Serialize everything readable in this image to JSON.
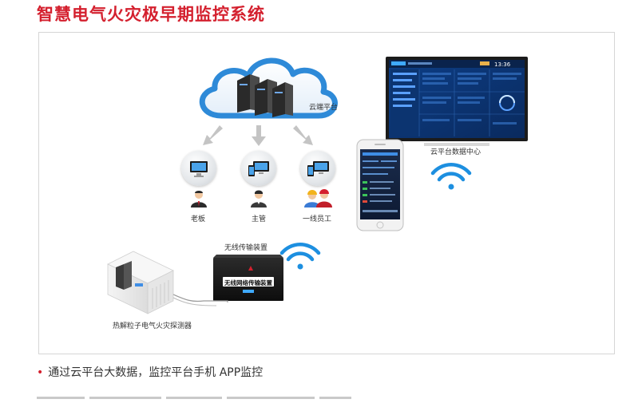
{
  "title": "智慧电气火灾极早期监控系统",
  "diagram": {
    "cloud_label": "云端平台",
    "roles": [
      {
        "label": "老板"
      },
      {
        "label": "主管"
      },
      {
        "label": "一线员工"
      }
    ],
    "data_center_label": "云平台数据中心",
    "screen_time": "13:36",
    "transmitter_label": "无线传输装置",
    "transmitter_device_text": "无线网络传输装置",
    "detector_label": "热解粒子电气火灾探测器"
  },
  "bullet": "通过云平台大数据，监控平台手机 APP监控",
  "colors": {
    "title_red": "#d4202e",
    "wifi_blue": "#1d8fe0",
    "cloud_blue": "#2e8ad8"
  }
}
